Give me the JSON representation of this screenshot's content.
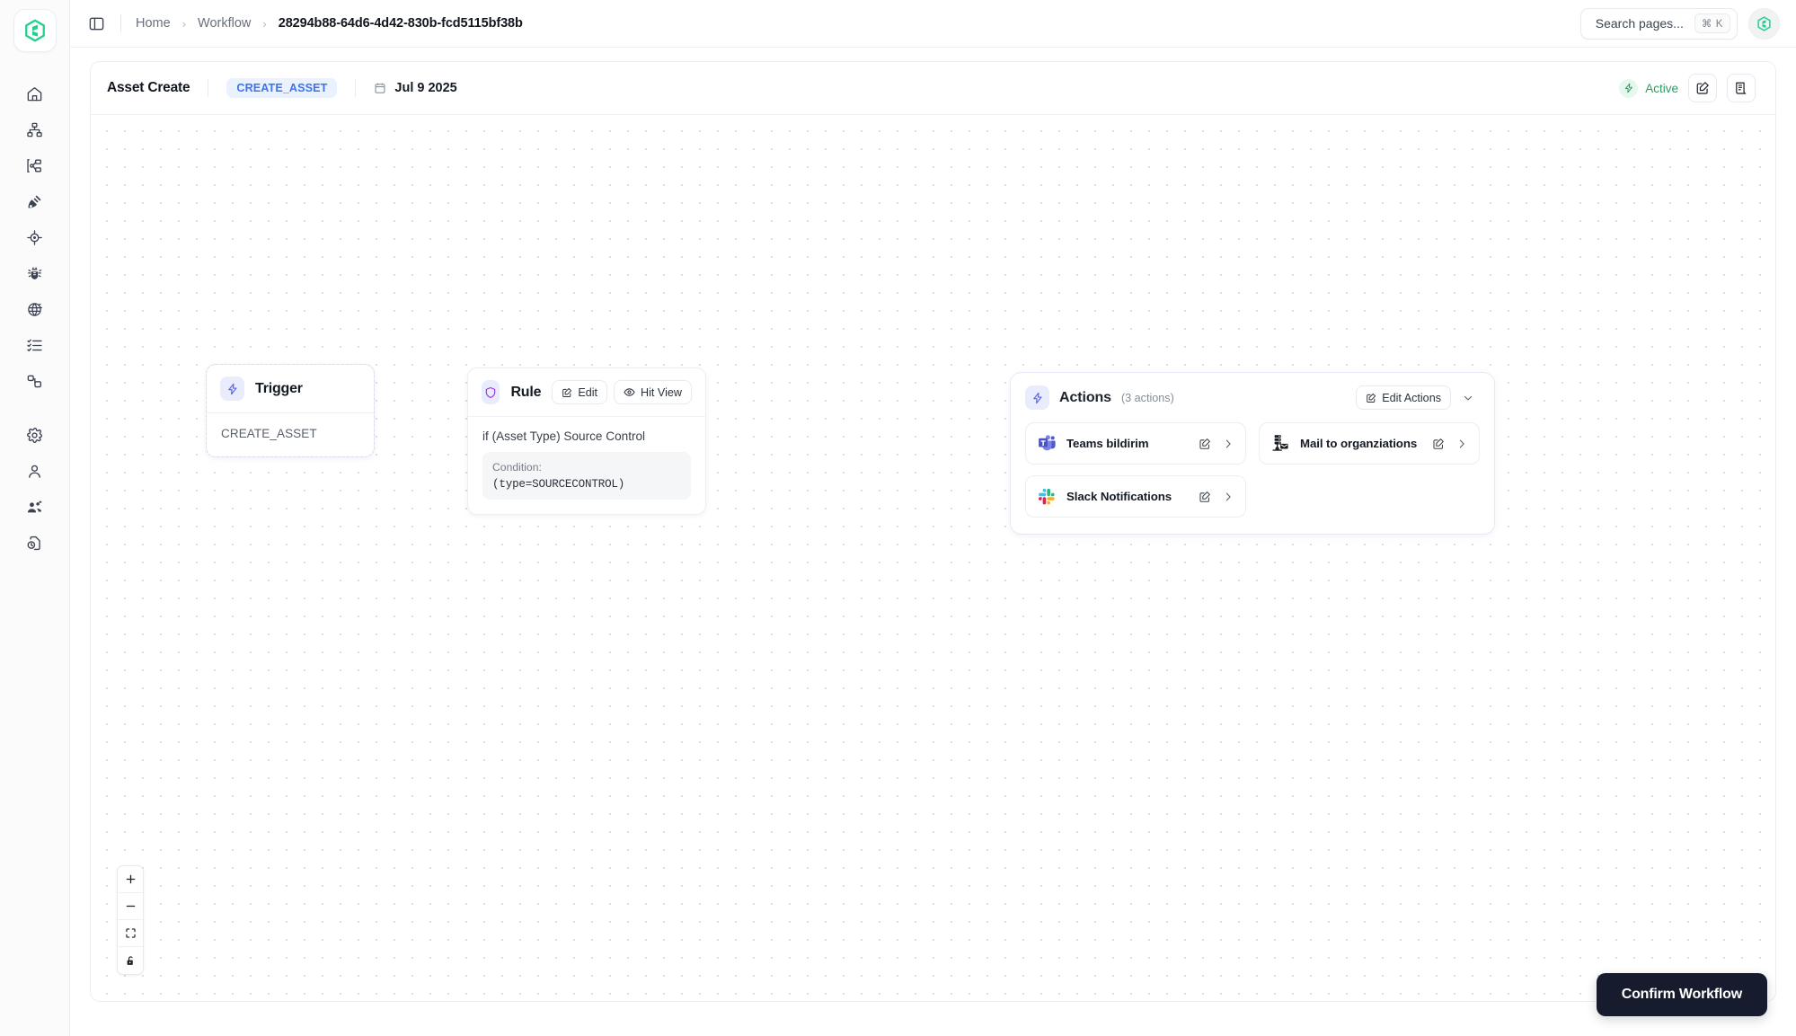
{
  "brand": {
    "logo_icon": "hexagon-logo-icon",
    "accent_green": "#1fd18b",
    "accent_blue": "#5b63f0"
  },
  "sidebar": {
    "items": [
      {
        "id": "home",
        "icon": "home-icon"
      },
      {
        "id": "hierarchy",
        "icon": "org-chart-icon"
      },
      {
        "id": "assets",
        "icon": "asset-tree-icon"
      },
      {
        "id": "discovery",
        "icon": "satellite-dish-icon"
      },
      {
        "id": "scan",
        "icon": "crosshair-target-icon"
      },
      {
        "id": "bugs",
        "icon": "bug-icon"
      },
      {
        "id": "integrations",
        "icon": "gear-globe-icon"
      },
      {
        "id": "tasks",
        "icon": "checklist-icon"
      },
      {
        "id": "workflow",
        "icon": "nodes-icon"
      },
      {
        "id": "settings",
        "icon": "gear-icon"
      },
      {
        "id": "profile",
        "icon": "user-icon"
      },
      {
        "id": "teams",
        "icon": "users-group-icon"
      },
      {
        "id": "history",
        "icon": "file-clock-icon"
      }
    ]
  },
  "topbar": {
    "panel_toggle_icon": "sidebar-toggle-icon",
    "breadcrumbs": [
      {
        "label": "Home",
        "current": false
      },
      {
        "label": "Workflow",
        "current": false
      },
      {
        "label": "28294b88-64d6-4d42-830b-fcd5115bf38b",
        "current": true
      }
    ],
    "breadcrumb_separator": "›",
    "search": {
      "label": "Search pages...",
      "shortcut": "⌘ K",
      "icon": "search-icon"
    },
    "avatar_icon": "hexagon-logo-icon"
  },
  "workflow_header": {
    "title": "Asset Create",
    "tag": "CREATE_ASSET",
    "date": "Jul 9 2025",
    "date_icon": "calendar-icon",
    "status": {
      "label": "Active",
      "icon": "lightning-icon",
      "color": "#2f9b64"
    },
    "edit_button_icon": "edit-square-icon",
    "log_button_icon": "document-list-icon"
  },
  "canvas": {
    "controls": [
      {
        "id": "zoom-in",
        "icon": "plus-icon"
      },
      {
        "id": "zoom-out",
        "icon": "minus-icon"
      },
      {
        "id": "fit-view",
        "icon": "fit-screen-icon"
      },
      {
        "id": "lock",
        "icon": "lock-icon"
      }
    ],
    "confirm_button": "Confirm Workflow"
  },
  "nodes": {
    "trigger": {
      "title": "Trigger",
      "icon": "lightning-icon",
      "value": "CREATE_ASSET"
    },
    "rule": {
      "title": "Rule",
      "icon": "shield-icon",
      "edit_label": "Edit",
      "edit_icon": "edit-square-icon",
      "hit_view_label": "Hit View",
      "hit_view_icon": "eye-icon",
      "condition_title": "if (Asset Type) Source Control",
      "condition_label": "Condition:",
      "condition_code": "(type=SOURCECONTROL)"
    },
    "actions": {
      "title": "Actions",
      "count_label": "(3 actions)",
      "icon": "lightning-icon",
      "edit_actions_label": "Edit Actions",
      "edit_actions_icon": "edit-square-icon",
      "collapse_icon": "chevron-down-icon",
      "items": [
        {
          "name": "Teams bildirim",
          "icon": "microsoft-teams-icon",
          "edit_icon": "edit-square-icon",
          "open_icon": "chevron-right-icon"
        },
        {
          "name": "Mail to organziations",
          "icon": "mail-server-icon",
          "edit_icon": "edit-square-icon",
          "open_icon": "chevron-right-icon"
        },
        {
          "name": "Slack Notifications",
          "icon": "slack-icon",
          "edit_icon": "edit-square-icon",
          "open_icon": "chevron-right-icon"
        }
      ]
    }
  }
}
